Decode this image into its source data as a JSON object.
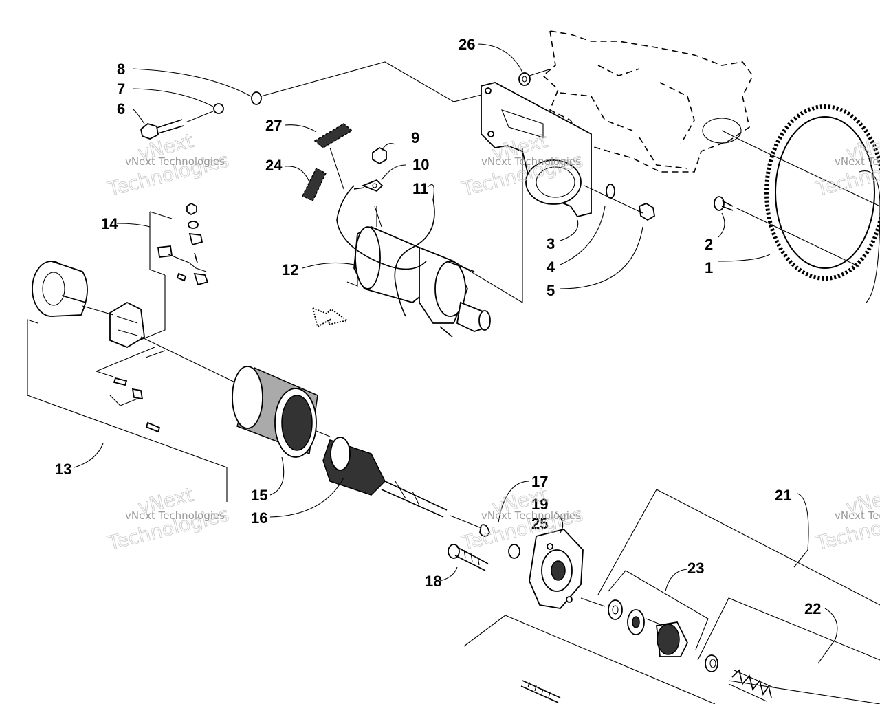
{
  "callouts": [
    {
      "label": "1"
    },
    {
      "label": "2"
    },
    {
      "label": "3"
    },
    {
      "label": "4"
    },
    {
      "label": "5"
    },
    {
      "label": "6"
    },
    {
      "label": "7"
    },
    {
      "label": "8"
    },
    {
      "label": "9"
    },
    {
      "label": "10"
    },
    {
      "label": "11"
    },
    {
      "label": "12"
    },
    {
      "label": "13"
    },
    {
      "label": "14"
    },
    {
      "label": "15"
    },
    {
      "label": "16"
    },
    {
      "label": "17"
    },
    {
      "label": "18"
    },
    {
      "label": "19"
    },
    {
      "label": "25"
    },
    {
      "label": "21"
    },
    {
      "label": "22"
    },
    {
      "label": "23"
    },
    {
      "label": "24"
    },
    {
      "label": "26"
    },
    {
      "label": "27"
    }
  ],
  "watermark": {
    "brand_line1": "vNext",
    "brand_line2": "Technologies",
    "small_text": "vNext Technologies"
  }
}
